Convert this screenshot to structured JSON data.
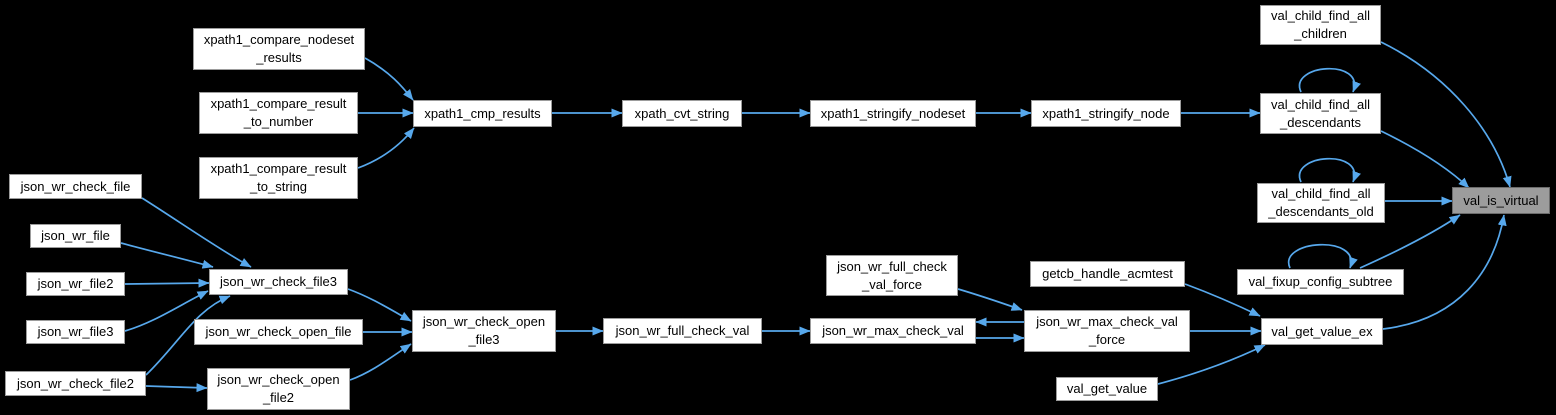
{
  "diagram": {
    "type": "call-graph",
    "highlighted_node": "val_is_virtual",
    "colors": {
      "background": "#000000",
      "edge": "#57a8ec",
      "node_fill": "#ffffff",
      "node_border": "#9c9c9c",
      "highlight_fill": "#9c9c9c",
      "highlight_border": "#6b6b6b",
      "text": "#000000"
    },
    "nodes": [
      {
        "id": "json_wr_check_file",
        "label": "json_wr_check_file"
      },
      {
        "id": "json_wr_file",
        "label": "json_wr_file"
      },
      {
        "id": "json_wr_file2",
        "label": "json_wr_file2"
      },
      {
        "id": "json_wr_file3",
        "label": "json_wr_file3"
      },
      {
        "id": "json_wr_check_file2",
        "label": "json_wr_check_file2"
      },
      {
        "id": "xpath1_compare_nodeset_results",
        "label": "xpath1_compare_nodeset\n_results"
      },
      {
        "id": "xpath1_compare_result_to_number",
        "label": "xpath1_compare_result\n_to_number"
      },
      {
        "id": "xpath1_compare_result_to_string",
        "label": "xpath1_compare_result\n_to_string"
      },
      {
        "id": "json_wr_check_file3",
        "label": "json_wr_check_file3"
      },
      {
        "id": "json_wr_check_open_file",
        "label": "json_wr_check_open_file"
      },
      {
        "id": "json_wr_check_open_file2",
        "label": "json_wr_check_open\n_file2"
      },
      {
        "id": "xpath1_cmp_results",
        "label": "xpath1_cmp_results"
      },
      {
        "id": "json_wr_check_open_file3",
        "label": "json_wr_check_open\n_file3"
      },
      {
        "id": "xpath_cvt_string",
        "label": "xpath_cvt_string"
      },
      {
        "id": "json_wr_full_check_val",
        "label": "json_wr_full_check_val"
      },
      {
        "id": "xpath1_stringify_nodeset",
        "label": "xpath1_stringify_nodeset"
      },
      {
        "id": "json_wr_full_check_val_force",
        "label": "json_wr_full_check\n_val_force"
      },
      {
        "id": "json_wr_max_check_val",
        "label": "json_wr_max_check_val"
      },
      {
        "id": "xpath1_stringify_node",
        "label": "xpath1_stringify_node"
      },
      {
        "id": "getcb_handle_acmtest",
        "label": "getcb_handle_acmtest"
      },
      {
        "id": "json_wr_max_check_val_force",
        "label": "json_wr_max_check_val\n_force"
      },
      {
        "id": "val_get_value",
        "label": "val_get_value"
      },
      {
        "id": "val_child_find_all_children",
        "label": "val_child_find_all\n_children"
      },
      {
        "id": "val_child_find_all_descendants",
        "label": "val_child_find_all\n_descendants"
      },
      {
        "id": "val_child_find_all_descendants_old",
        "label": "val_child_find_all\n_descendants_old"
      },
      {
        "id": "val_fixup_config_subtree",
        "label": "val_fixup_config_subtree"
      },
      {
        "id": "val_get_value_ex",
        "label": "val_get_value_ex"
      },
      {
        "id": "val_is_virtual",
        "label": "val_is_virtual"
      }
    ],
    "edges": [
      [
        "xpath1_compare_nodeset_results",
        "xpath1_cmp_results"
      ],
      [
        "xpath1_compare_result_to_number",
        "xpath1_cmp_results"
      ],
      [
        "xpath1_compare_result_to_string",
        "xpath1_cmp_results"
      ],
      [
        "xpath1_cmp_results",
        "xpath_cvt_string"
      ],
      [
        "xpath_cvt_string",
        "xpath1_stringify_nodeset"
      ],
      [
        "xpath1_stringify_nodeset",
        "xpath1_stringify_node"
      ],
      [
        "xpath1_stringify_node",
        "val_child_find_all_descendants"
      ],
      [
        "val_child_find_all_children",
        "val_is_virtual"
      ],
      [
        "val_child_find_all_descendants",
        "val_is_virtual"
      ],
      [
        "val_child_find_all_descendants",
        "val_child_find_all_descendants"
      ],
      [
        "val_child_find_all_descendants_old",
        "val_is_virtual"
      ],
      [
        "val_child_find_all_descendants_old",
        "val_child_find_all_descendants_old"
      ],
      [
        "val_fixup_config_subtree",
        "val_is_virtual"
      ],
      [
        "val_fixup_config_subtree",
        "val_fixup_config_subtree"
      ],
      [
        "val_get_value_ex",
        "val_is_virtual"
      ],
      [
        "json_wr_check_file",
        "json_wr_check_file3"
      ],
      [
        "json_wr_file",
        "json_wr_check_file3"
      ],
      [
        "json_wr_file2",
        "json_wr_check_file3"
      ],
      [
        "json_wr_file3",
        "json_wr_check_file3"
      ],
      [
        "json_wr_check_file2",
        "json_wr_check_file3"
      ],
      [
        "json_wr_check_file2",
        "json_wr_check_open_file2"
      ],
      [
        "json_wr_check_file3",
        "json_wr_check_open_file3"
      ],
      [
        "json_wr_check_open_file",
        "json_wr_check_open_file3"
      ],
      [
        "json_wr_check_open_file2",
        "json_wr_check_open_file3"
      ],
      [
        "json_wr_check_open_file3",
        "json_wr_full_check_val"
      ],
      [
        "json_wr_full_check_val",
        "json_wr_max_check_val"
      ],
      [
        "json_wr_full_check_val_force",
        "json_wr_max_check_val_force"
      ],
      [
        "json_wr_max_check_val",
        "json_wr_max_check_val_force"
      ],
      [
        "json_wr_max_check_val_force",
        "json_wr_max_check_val"
      ],
      [
        "json_wr_max_check_val_force",
        "val_get_value_ex"
      ],
      [
        "getcb_handle_acmtest",
        "val_get_value_ex"
      ],
      [
        "val_get_value",
        "val_get_value_ex"
      ]
    ]
  }
}
